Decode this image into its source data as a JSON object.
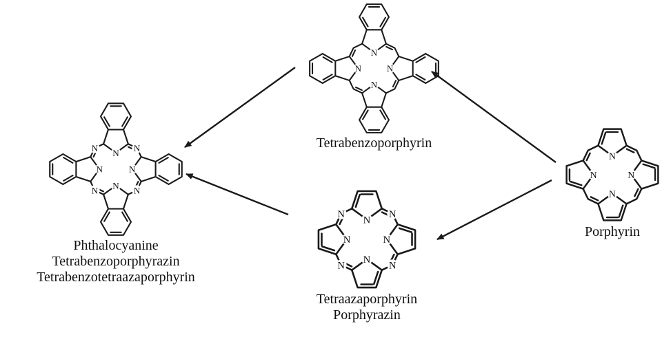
{
  "diagram": {
    "background": "#ffffff",
    "line_color": "#1a1a1a",
    "atom_symbol_n": "N",
    "molecules": [
      {
        "id": "phthalocyanine",
        "labels": [
          "Phthalocyanine",
          "Tetrabenzoporphyrazin",
          "Tetrabenzotetraazaporphyrin"
        ],
        "benzo_fused": true,
        "aza_bridges": true
      },
      {
        "id": "tetrabenzoporphyrin",
        "labels": [
          "Tetrabenzoporphyrin"
        ],
        "benzo_fused": true,
        "aza_bridges": false
      },
      {
        "id": "tetraazaporphyrin",
        "labels": [
          "Tetraazaporphyrin",
          "Porphyrazin"
        ],
        "benzo_fused": false,
        "aza_bridges": true
      },
      {
        "id": "porphyrin",
        "labels": [
          "Porphyrin"
        ],
        "benzo_fused": false,
        "aza_bridges": false
      }
    ],
    "arrows": [
      {
        "from": "porphyrin",
        "to": "tetrabenzoporphyrin"
      },
      {
        "from": "porphyrin",
        "to": "tetraazaporphyrin"
      },
      {
        "from": "tetrabenzoporphyrin",
        "to": "phthalocyanine"
      },
      {
        "from": "tetraazaporphyrin",
        "to": "phthalocyanine"
      }
    ]
  }
}
